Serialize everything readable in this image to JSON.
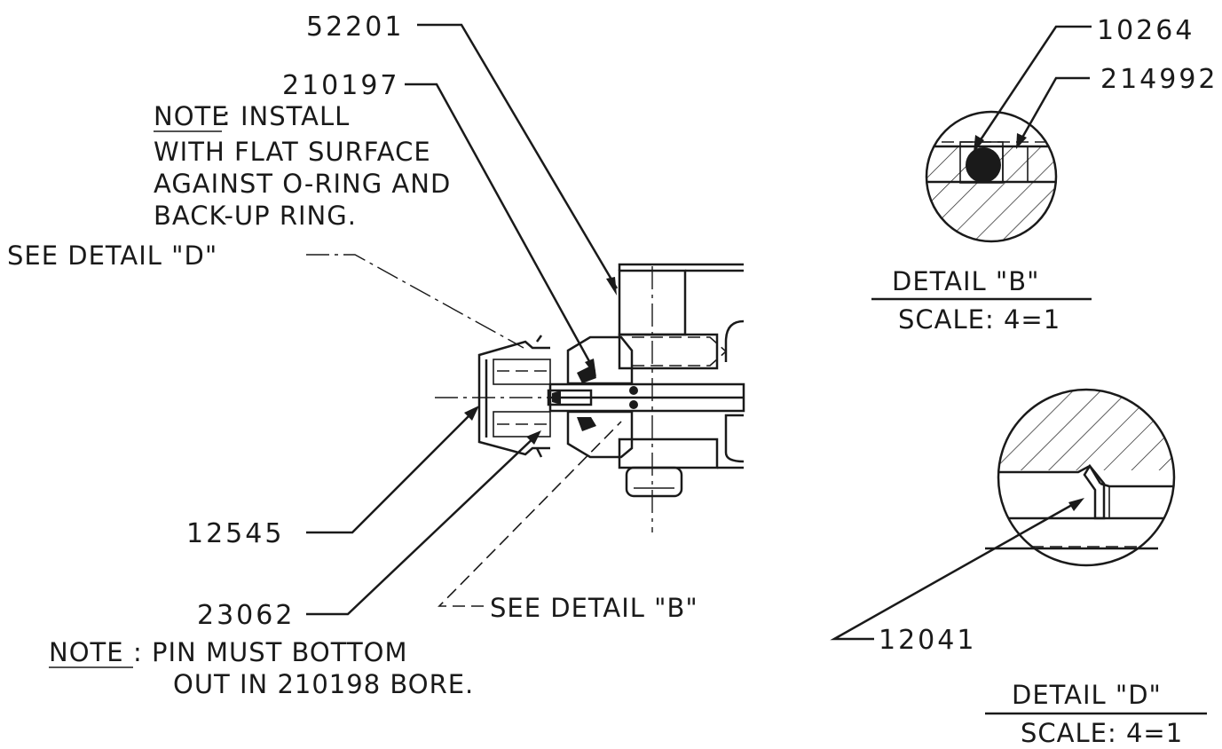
{
  "callouts": {
    "part_52201": "52201",
    "part_210197": "210197",
    "part_10264": "10264",
    "part_214992": "214992",
    "part_12545": "12545",
    "part_23062": "23062",
    "part_12041": "12041"
  },
  "notes": {
    "note1_keyword": "NOTE",
    "note1_line1": ": INSTALL",
    "note1_line2": "WITH FLAT SURFACE",
    "note1_line3": "AGAINST O-RING AND",
    "note1_line4": "BACK-UP RING.",
    "see_detail_d": "SEE DETAIL \"D\"",
    "see_detail_b": "SEE DETAIL \"B\"",
    "note2_keyword": "NOTE",
    "note2_line1": ": PIN MUST BOTTOM",
    "note2_line2": "OUT IN 210198 BORE."
  },
  "details": {
    "detail_b_title": "DETAIL \"B\"",
    "detail_b_scale": "SCALE: 4=1",
    "detail_d_title": "DETAIL \"D\"",
    "detail_d_scale": "SCALE: 4=1"
  }
}
